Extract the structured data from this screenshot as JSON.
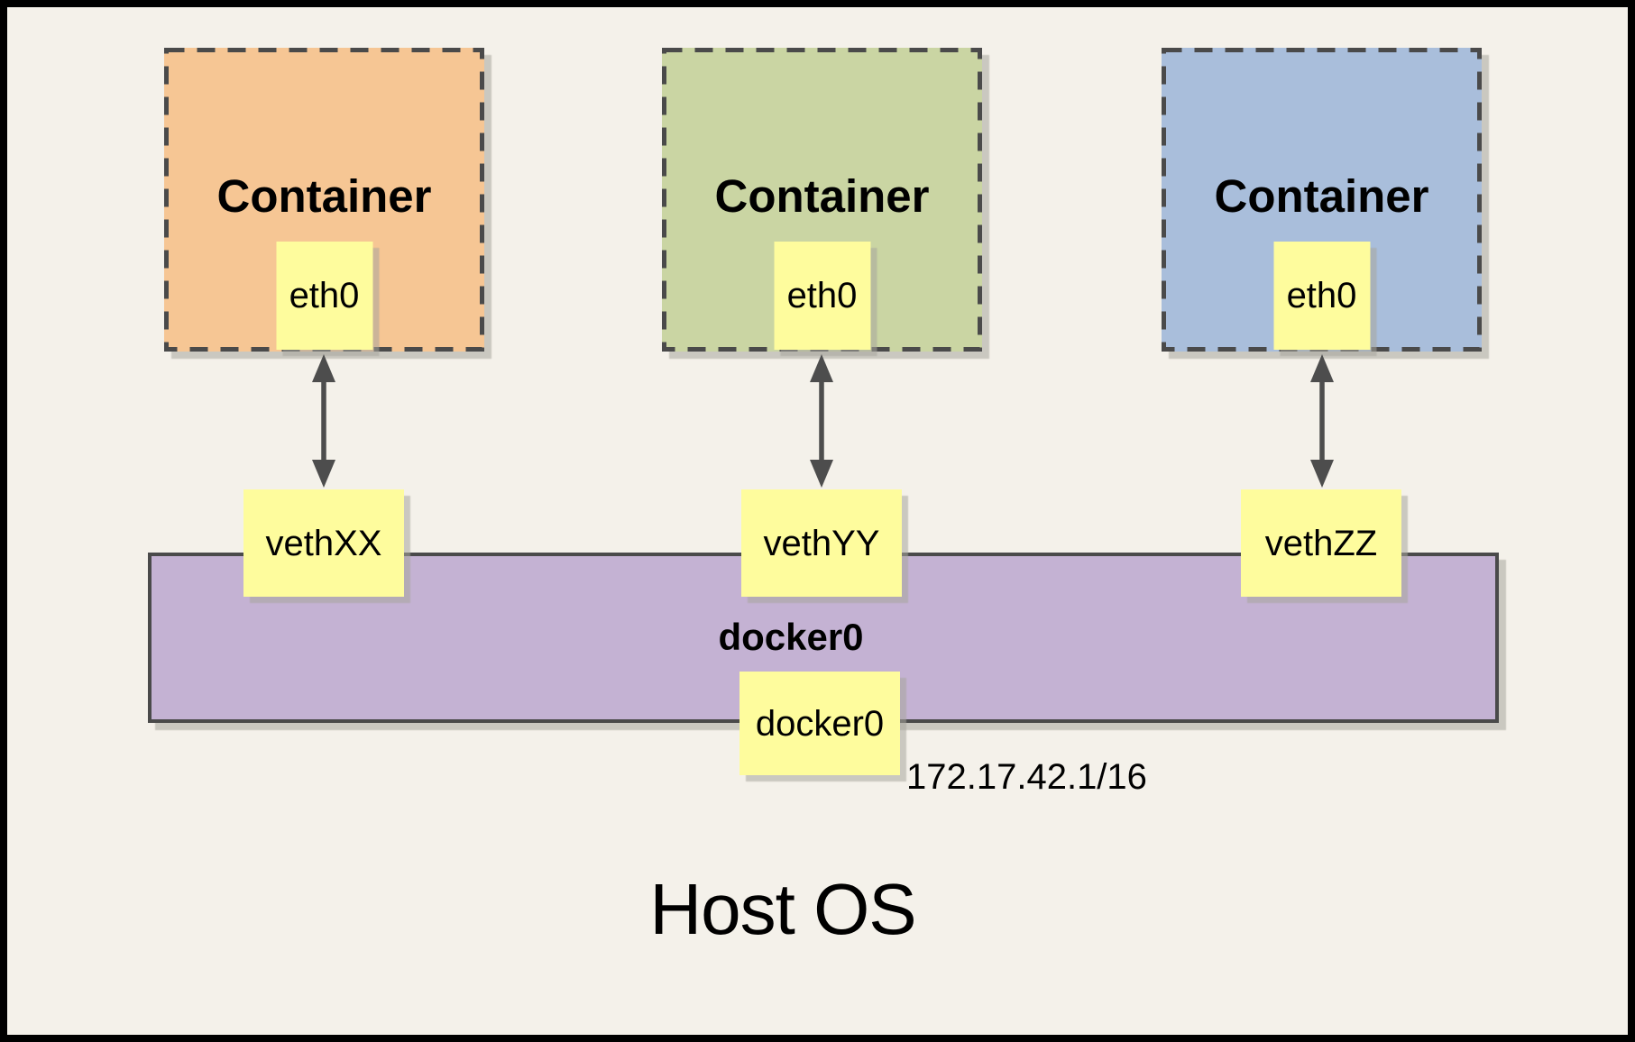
{
  "colors": {
    "background": "#f4f1ea",
    "frame": "#000000",
    "border_dark": "#4a4a4a",
    "arrow": "#4d4d4d",
    "note_yellow": "#fefc9d",
    "bridge_purple": "#c4b2d3",
    "container_orange": "#f6c694",
    "container_green": "#cad5a3",
    "container_blue": "#a9bedb"
  },
  "containers": [
    {
      "label": "Container",
      "interface": "eth0",
      "veth": "vethXX",
      "fill": "#f6c694"
    },
    {
      "label": "Container",
      "interface": "eth0",
      "veth": "vethYY",
      "fill": "#cad5a3"
    },
    {
      "label": "Container",
      "interface": "eth0",
      "veth": "vethZZ",
      "fill": "#a9bedb"
    }
  ],
  "bridge": {
    "label": "docker0",
    "interface_label": "docker0",
    "ip": "172.17.42.1/16"
  },
  "host": {
    "label": "Host OS"
  }
}
